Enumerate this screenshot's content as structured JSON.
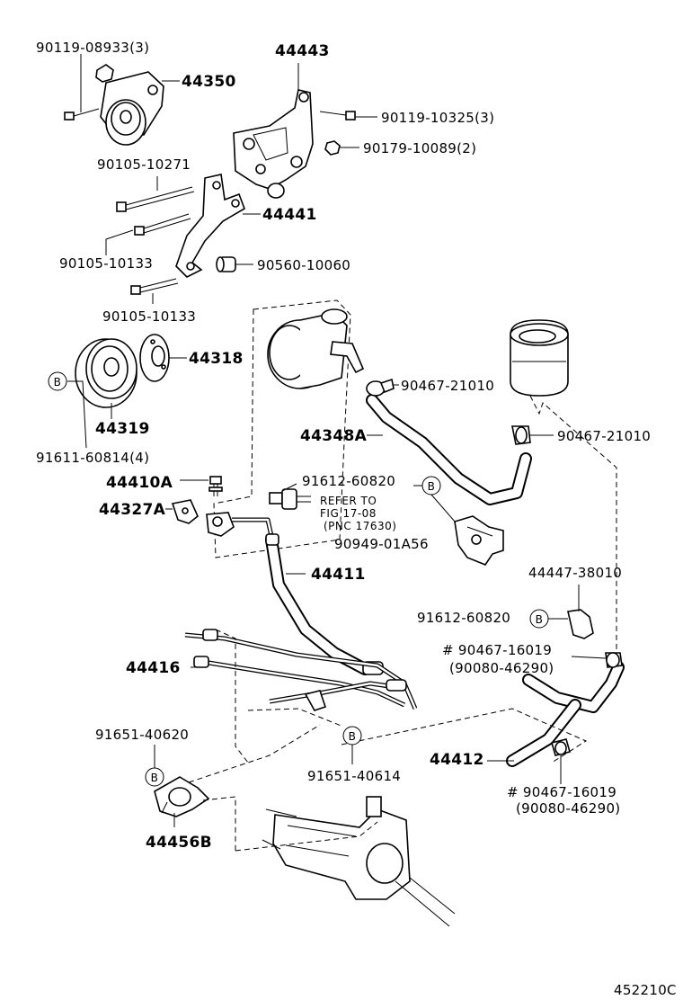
{
  "diagram": {
    "labels": {
      "l_90119_08933": "90119-08933(3)",
      "l_44350": "44350",
      "l_44443": "44443",
      "l_90119_10325": "90119-10325(3)",
      "l_90179_10089": "90179-10089(2)",
      "l_90105_10271": "90105-10271",
      "l_44441": "44441",
      "l_90105_10133_a": "90105-10133",
      "l_90560_10060": "90560-10060",
      "l_90105_10133_b": "90105-10133",
      "l_44318": "44318",
      "l_44319": "44319",
      "l_91611_60814": "91611-60814(4)",
      "l_90467_21010_a": "90467-21010",
      "l_44348A": "44348A",
      "l_90467_21010_b": "90467-21010",
      "l_44410A": "44410A",
      "l_91612_60820_a": "91612-60820",
      "l_refer1": "REFER TO",
      "l_refer2": "FIG 17-08",
      "l_refer3": "(PNC 17630)",
      "l_44327A": "44327A",
      "l_90949_01A56": "90949-01A56",
      "l_44411": "44411",
      "l_44447_38010": "44447-38010",
      "l_91612_60820_b": "91612-60820",
      "l_90467_16019_a": "# 90467-16019",
      "l_90080_46290_a": "(90080-46290)",
      "l_44416": "44416",
      "l_91651_40620": "91651-40620",
      "l_44412": "44412",
      "l_91651_40614": "91651-40614",
      "l_90467_16019_b": "# 90467-16019",
      "l_90080_46290_b": "(90080-46290)",
      "l_44456B": "44456B",
      "l_code": "452210C"
    },
    "callout_letter": "B"
  }
}
